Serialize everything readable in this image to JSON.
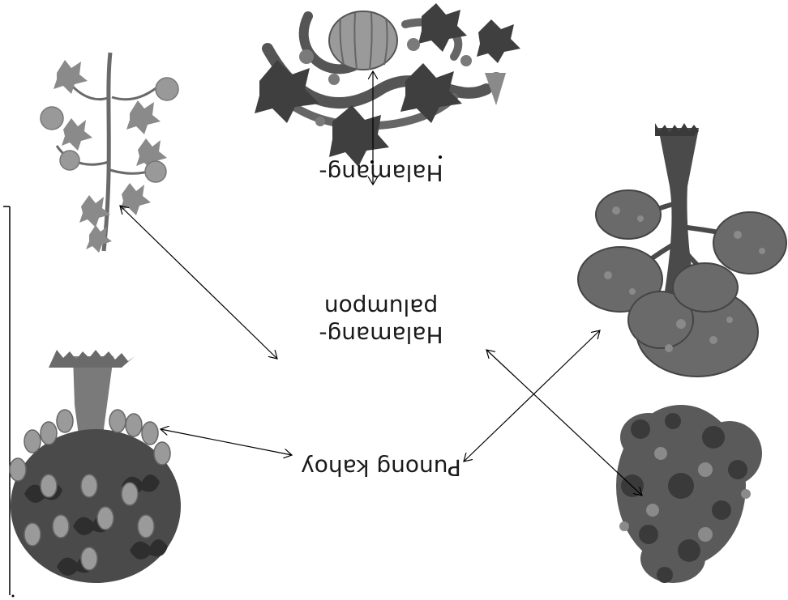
{
  "labels": {
    "top": "Halamang-",
    "middle_line1": "Halamang-",
    "middle_line2": "palumpon",
    "bottom": "Punong kahoy"
  },
  "illustrations": [
    {
      "name": "pumpkin-vine-illustration"
    },
    {
      "name": "tomato-plant-illustration"
    },
    {
      "name": "tree-illustration"
    },
    {
      "name": "shrub-illustration"
    },
    {
      "name": "bush-illustration"
    },
    {
      "name": "fruit-tree-illustration"
    }
  ],
  "colors": {
    "leaf_dark": "#3a3a3a",
    "leaf_mid": "#6e6e6e",
    "leaf_light": "#9a9a9a",
    "fruit": "#8c8c8c",
    "arrow": "#000000"
  }
}
